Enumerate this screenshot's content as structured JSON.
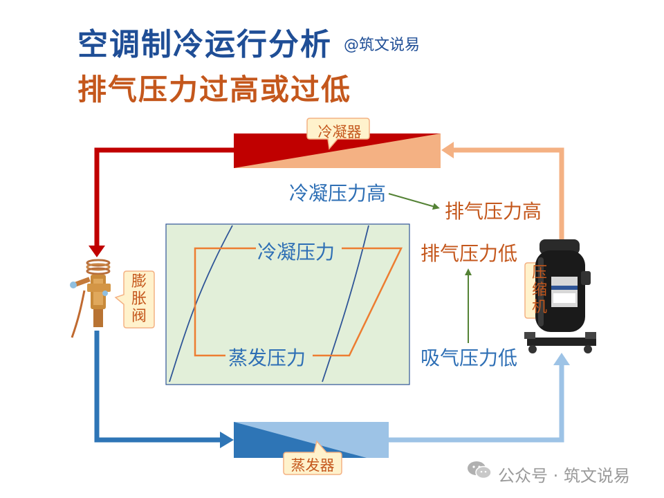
{
  "header": {
    "title": "空调制冷运行分析",
    "author": "@筑文说易",
    "subtitle": "排气压力过高或过低"
  },
  "components": {
    "condenser": "冷凝器",
    "expansion_valve": [
      "膨",
      "胀",
      "阀"
    ],
    "compressor": [
      "压",
      "缩",
      "机"
    ],
    "evaporator": "蒸发器"
  },
  "labels": {
    "condense_pressure_high": "冷凝压力高",
    "discharge_pressure_high": "排气压力高",
    "condense_pressure": "冷凝压力",
    "evaporate_pressure": "蒸发压力",
    "discharge_pressure_low": "排气压力低",
    "suction_pressure_low": "吸气压力低"
  },
  "footer": {
    "text": "公众号 · 筑文说易"
  },
  "colors": {
    "hot_line": "#c00000",
    "warm_line": "#f4b183",
    "cold_line": "#2e75b6",
    "cool_line": "#9dc3e6",
    "chart_bg": "#e2efd9",
    "cycle_line": "#ed7d31",
    "dome_line": "#2f5597",
    "green_arrow": "#548235"
  }
}
